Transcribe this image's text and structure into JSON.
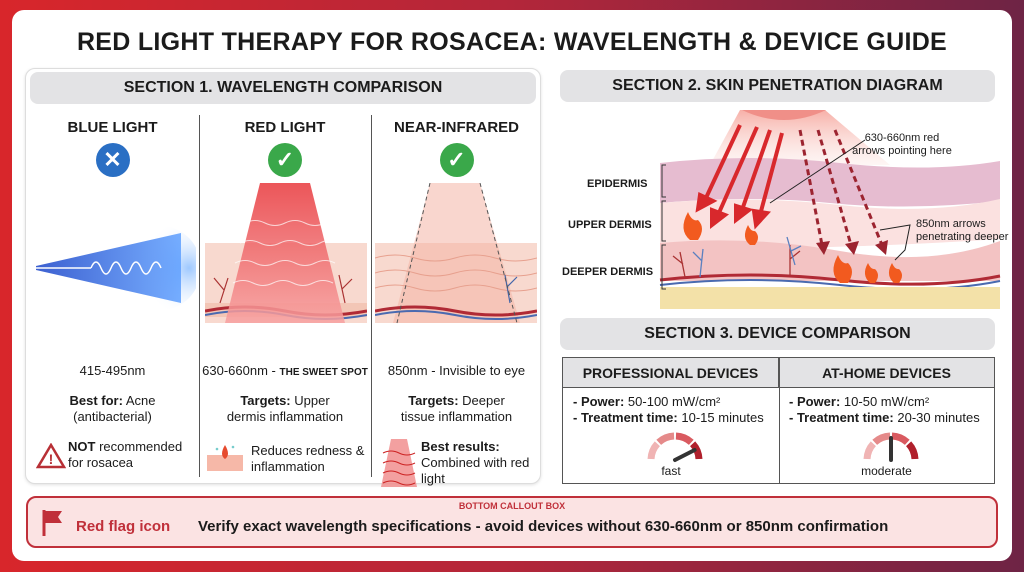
{
  "title": "RED LIGHT THERAPY FOR ROSACEA: WAVELENGTH & DEVICE GUIDE",
  "section1": {
    "header": "SECTION 1. WAVELENGTH COMPARISON",
    "columns": [
      {
        "title": "BLUE LIGHT",
        "icon": "x-icon",
        "wavelength": "415-495nm",
        "label": "Best for:",
        "desc": "Acne (antibacterial)",
        "note_bold": "NOT",
        "note": "recommended for rosacea",
        "note_icon": "warning-icon"
      },
      {
        "title": "RED LIGHT",
        "icon": "check-icon",
        "wavelength": "630-660nm - ",
        "wavelength_tag": "THE SWEET SPOT",
        "label": "Targets:",
        "desc": "Upper dermis inflammation",
        "note": "Reduces redness & inflammation",
        "note_icon": "skin-spot-icon"
      },
      {
        "title": "NEAR-INFRARED",
        "icon": "check-icon",
        "wavelength": "850nm - Invisible to eye",
        "label": "Targets:",
        "desc": "Deeper tissue inflammation",
        "note_bold": "Best results:",
        "note": "Combined with red light",
        "note_icon": "waves-icon"
      }
    ]
  },
  "section2": {
    "header": "SECTION 2. SKIN PENETRATION DIAGRAM",
    "layers": [
      "EPIDERMIS",
      "UPPER DERMIS",
      "DEEPER DERMIS"
    ],
    "annotation_red": "630-660nm red arrows pointing here",
    "annotation_nir": "850nm arrows penetrating deeper"
  },
  "section3": {
    "header": "SECTION 3. DEVICE COMPARISON",
    "devices": [
      {
        "name": "PROFESSIONAL DEVICES",
        "power_label": "- Power:",
        "power": "50-100 mW/cm²",
        "time_label": "- Treatment time:",
        "time": "10-15 minutes",
        "gauge": "fast",
        "gauge_level": 0.85
      },
      {
        "name": "AT-HOME DEVICES",
        "power_label": "- Power:",
        "power": "10-50 mW/cm²",
        "time_label": "- Treatment time:",
        "time": "20-30 minutes",
        "gauge": "moderate",
        "gauge_level": 0.5
      }
    ]
  },
  "callout": {
    "heading": "BOTTOM CALLOUT BOX",
    "icon_label": "Red flag icon",
    "message": "Verify exact wavelength specifications - avoid devices without 630-660nm or 850nm confirmation"
  },
  "colors": {
    "red": "#d0303a",
    "blue": "#2a6fc4",
    "green": "#3aa84a"
  }
}
